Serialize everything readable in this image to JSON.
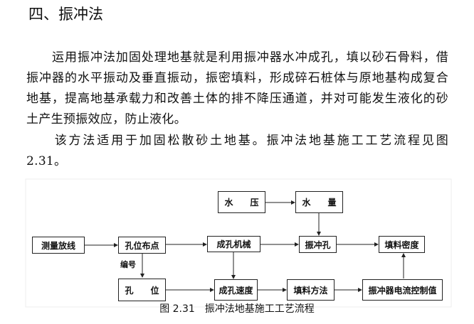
{
  "title": "四、振冲法",
  "paragraphs": {
    "lines": [
      "　　运用振冲法加固处理地基就是利用振冲器水冲成孔，填以砂石骨料，借",
      "振冲器的水平振动及垂直振动，振密填料，形成碎石桩体与原地基构成复合",
      "地基，提高地基承载力和改善土体的排不降压通道，并对可能发生液化的砂",
      "土产生预振效应，防止液化。",
      "　　该方法适用于加固松散砂土地基。振冲法地基施工工艺流程见图",
      "2.31。"
    ]
  },
  "diagram": {
    "boxes": {
      "water_pressure": "水　　压",
      "water_volume": "水　　量",
      "survey": "测量放线",
      "hole_layout": "孔位布点",
      "drilling_machine": "成孔机械",
      "vibro_hole": "振冲孔",
      "fill_density": "填料密度",
      "hole_position": "孔　　位",
      "drilling_speed": "成孔速度",
      "fill_method": "填料方法",
      "current_control": "振冲器电流控制值"
    },
    "edge_label": "编号"
  },
  "caption": "图 2.31　振冲法地基施工工艺流程"
}
